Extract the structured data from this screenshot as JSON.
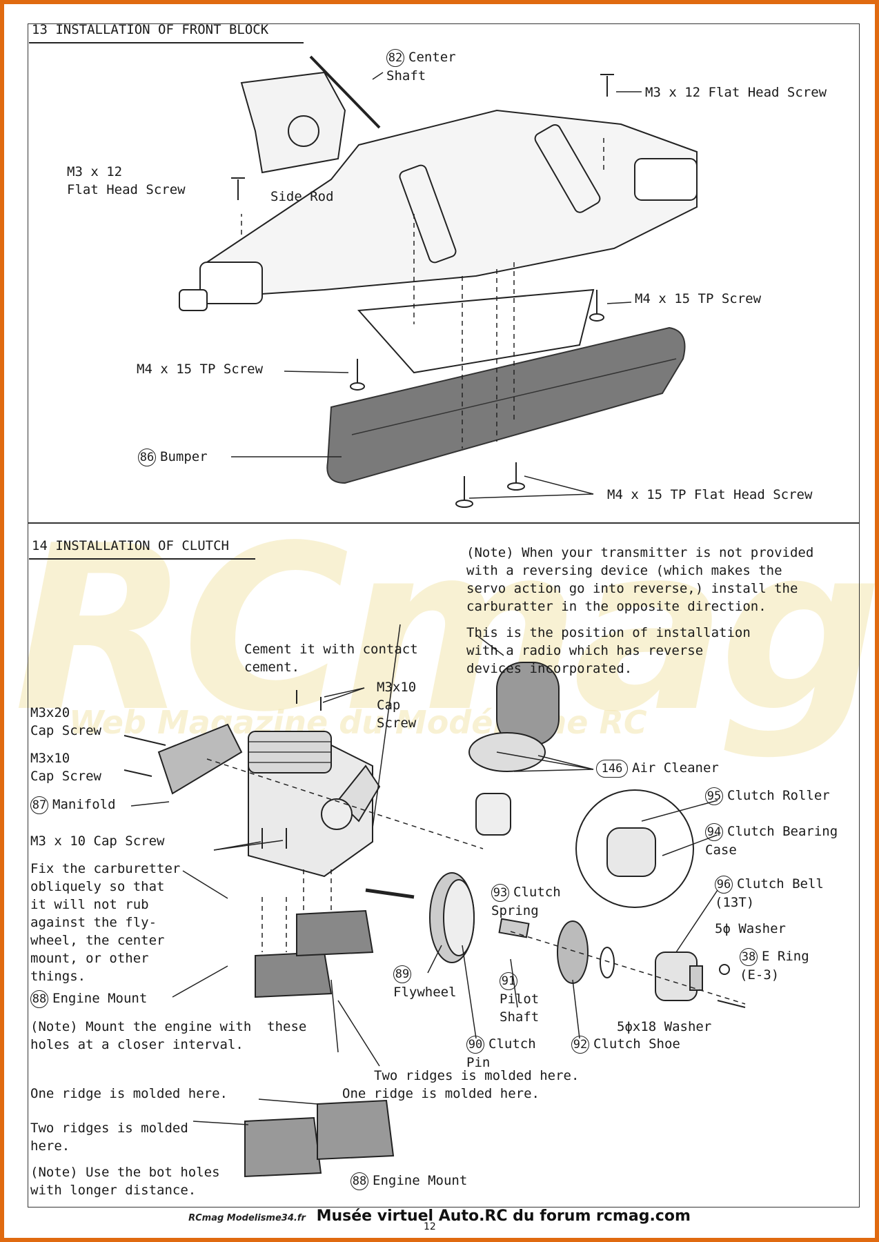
{
  "section13": {
    "title": "13 INSTALLATION OF FRONT BLOCK",
    "labels": {
      "center_shaft_num": "82",
      "center_shaft": "Center\nShaft",
      "m3x12_right": "M3 x 12 Flat Head Screw",
      "m3x12_left": "M3 x 12\nFlat Head Screw",
      "side_rod": "Side Rod",
      "m4x15_right": "M4 x 15 TP Screw",
      "m4x15_left": "M4 x 15 TP Screw",
      "bumper_num": "86",
      "bumper": "Bumper",
      "m4x15_flat": "M4 x 15 TP Flat Head Screw"
    }
  },
  "section14": {
    "title": "14 INSTALLATION OF CLUTCH",
    "note_reverse": "(Note) When your transmitter is not provided\nwith a reversing device (which makes the\nservo action go into reverse,) install the\ncarburatter in the opposite direction.",
    "note_position": "This is the position of installation\nwith a radio which has reverse\ndevices incorporated.",
    "cement": "Cement it with contact\ncement.",
    "m3x10_cap_top": "M3x10\nCap\nScrew",
    "m3x20_cap": "M3x20\nCap Screw",
    "m3x10_cap_left": "M3x10\nCap Screw",
    "manifold_num": "87",
    "manifold": "Manifold",
    "air_cleaner_num": "146",
    "air_cleaner": "Air Cleaner",
    "clutch_roller_num": "95",
    "clutch_roller": "Clutch Roller",
    "bearing_case_num": "94",
    "bearing_case": "Clutch Bearing\nCase",
    "m3x10_cap_mid": "M3 x 10 Cap Screw",
    "fix_carb": "Fix the carburetter\nobliquely so that\nit will not rub\nagainst the fly-\nwheel, the center\nmount, or other\nthings.",
    "clutch_spring_num": "93",
    "clutch_spring": "Clutch\nSpring",
    "clutch_bell_num": "96",
    "clutch_bell": "Clutch Bell\n(13T)",
    "washer_5": "5ϕ Washer",
    "e_ring_num": "38",
    "e_ring": "E Ring\n(E-3)",
    "engine_mount_num": "88",
    "engine_mount": "Engine Mount",
    "flywheel_num": "89",
    "flywheel": "Flywheel",
    "pilot_shaft_num": "91",
    "pilot_shaft": "Pilot\nShaft",
    "washer_5x18": "5ϕx18 Washer",
    "note_mount": "(Note) Mount the engine with  these\nholes at a closer interval.",
    "clutch_pin_num": "90",
    "clutch_pin": "Clutch\nPin",
    "clutch_shoe_num": "92",
    "clutch_shoe": "Clutch Shoe",
    "two_ridges_right": "Two ridges is molded here.",
    "one_ridge_right": "One ridge is molded here.",
    "one_ridge_left": "One ridge is molded here.",
    "two_ridges_left": "Two ridges is molded\nhere.",
    "note_bolt": "(Note) Use the bot holes\nwith longer distance.",
    "engine_mount2_num": "88",
    "engine_mount2": "Engine Mount"
  },
  "watermark": {
    "logo": "RCmag",
    "tagline": "Web Magazine du Modélisme RC"
  },
  "footer": {
    "brand": "RCmag Modelisme34.fr",
    "text": "Musée virtuel Auto.RC du forum rcmag.com",
    "page_number": "12"
  }
}
